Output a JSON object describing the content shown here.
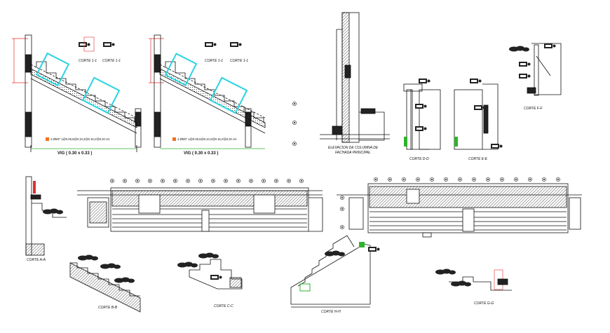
{
  "colors": {
    "ink": "#111111",
    "highlight": "#2ad4e0",
    "dimension": "#e03030",
    "accent_green": "#2fb32f",
    "marker_orange": "#f07020",
    "fill_dark": "#222222"
  },
  "labels": {
    "detail_a_title": "VIG ( 0.30 x 0.33 )",
    "detail_b_title": "VIG ( 0.30 x 0.33 )",
    "detail_a_note": "4 Ø5/8\" 1@0.05,6@0.10,2@0.15,r/@0.20 c/e",
    "detail_b_note": "4 Ø5/8\" 1@0.05,6@0.10,2@0.15,r/@0.20 c/e",
    "corte_1_a": "CORTE 1-1",
    "corte_1_b": "CORTE 1-1",
    "corte_1_c": "CORTE 1-1",
    "corte_1_d": "CORTE 1-1",
    "column_title_1": "ELEVACION DE COLUMNA DE",
    "column_title_2": "FACHADA PRINCIPAL",
    "corte_d": "CORTE D-D",
    "corte_e": "CORTE E-E",
    "corte_f": "CORTE F-F",
    "corte_a": "CORTE A-A",
    "corte_b": "CORTE B-B",
    "corte_c": "CORTE C-C",
    "corte_g": "CORTE G-G",
    "corte_h": "CORTE H-H"
  }
}
